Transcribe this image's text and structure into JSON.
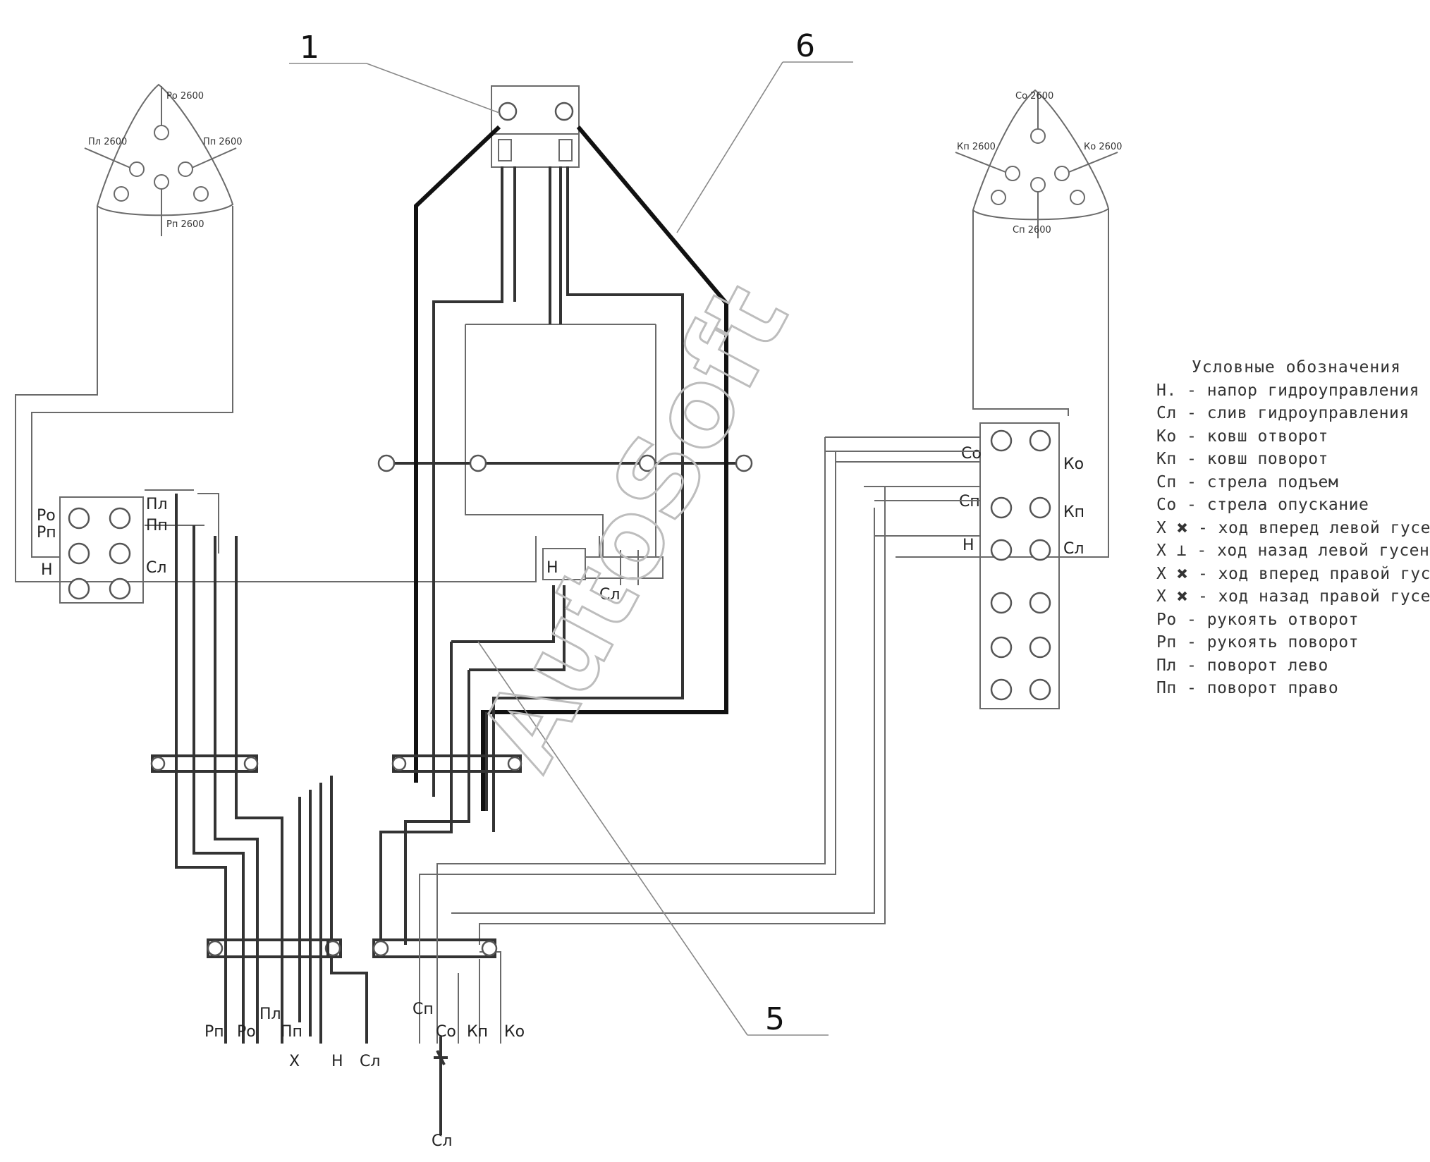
{
  "callouts": [
    "1",
    "6",
    "5"
  ],
  "watermark": "AutoSoft",
  "legend": {
    "title": "Условные обозначения",
    "items": [
      "Н. - напор гидроуправления",
      "Сл - слив гидроуправления",
      "Ко - ковш отворот",
      "Кп - ковш поворот",
      "Сп - стрела подъем",
      "Со - стрела опускание",
      "Х 🞭 - ход вперед левой гусеницы",
      "Х ⊥ - ход назад левой гусеницы",
      "Х 🞭 - ход вперед правой гусеницы",
      "Х 🞭 - ход назад правой гусеницы",
      "Ро - рукоять отворот",
      "Рп - рукоять поворот",
      "Пл - поворот лево",
      "Пп - поворот право"
    ]
  },
  "left_block": {
    "row1": [
      "Ро",
      "Пл"
    ],
    "row2": [
      "Рп",
      "Пп"
    ],
    "row3": [
      "Н",
      "Сл"
    ]
  },
  "right_block": {
    "row1": [
      "Со",
      "Ко"
    ],
    "row2": [
      "Сп",
      "Кп"
    ],
    "row3": [
      "Н",
      "Сл"
    ]
  },
  "center_valve": {
    "h": "Н",
    "cl": "Сл"
  },
  "bottom_labels_left": [
    "Рп",
    "Ро",
    "Пл",
    "Пп",
    "Х",
    "Н",
    "Сл"
  ],
  "bottom_labels_right": [
    "Сп",
    "Со",
    "Кп",
    "Ко"
  ],
  "bottom_tail": "Сл",
  "joystick_left": {
    "top": "Ро 2600",
    "left": "Пл 2600",
    "right": "Пп 2600",
    "bottom": "Рп 2600"
  },
  "joystick_right": {
    "top": "Со 2600",
    "left": "Кп 2600",
    "right": "Ко 2600",
    "bottom": "Сп 2600"
  }
}
